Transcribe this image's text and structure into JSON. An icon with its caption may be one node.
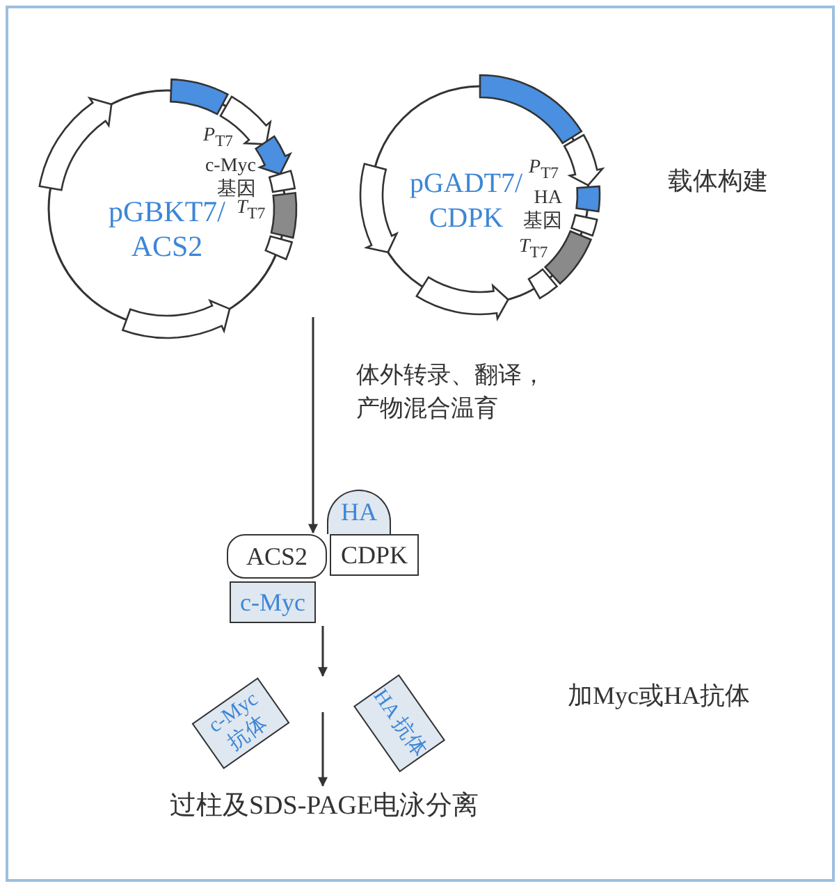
{
  "diagram": {
    "nodes": [
      {
        "text": [
          "pGBKT7/ ACS2"
        ]
      },
      {
        "text": [
          "pGADT7/ CDPK"
        ]
      },
      {
        "text": [
          "HA"
        ]
      },
      {
        "text": [
          "ACS2"
        ]
      },
      {
        "text": [
          "CDPK"
        ]
      },
      {
        "text": [
          "c-Myc"
        ]
      },
      {
        "text": [
          "c-Myc 抗体"
        ]
      },
      {
        "text": [
          "HA 抗体"
        ]
      },
      {
        "text": [
          "过柱及SDS-PAGE电泳分离"
        ]
      }
    ],
    "edges": [
      {
        "from": null,
        "to": 3,
        "arrow": "to",
        "label": "体外转录、翻译，产物混合温育"
      },
      {
        "from": 5,
        "to": 6,
        "arrow": "to"
      },
      {
        "from": null,
        "to": 8,
        "arrow": "to"
      }
    ],
    "labels": [
      "*P*$_{T7}$",
      "c-Myc 基因",
      "*T*$_{T7}$",
      "*P*$_{T7}$",
      "HA 基因",
      "*T*$_{T7}$",
      "载体构建",
      "加Myc或HA抗体"
    ]
  }
}
